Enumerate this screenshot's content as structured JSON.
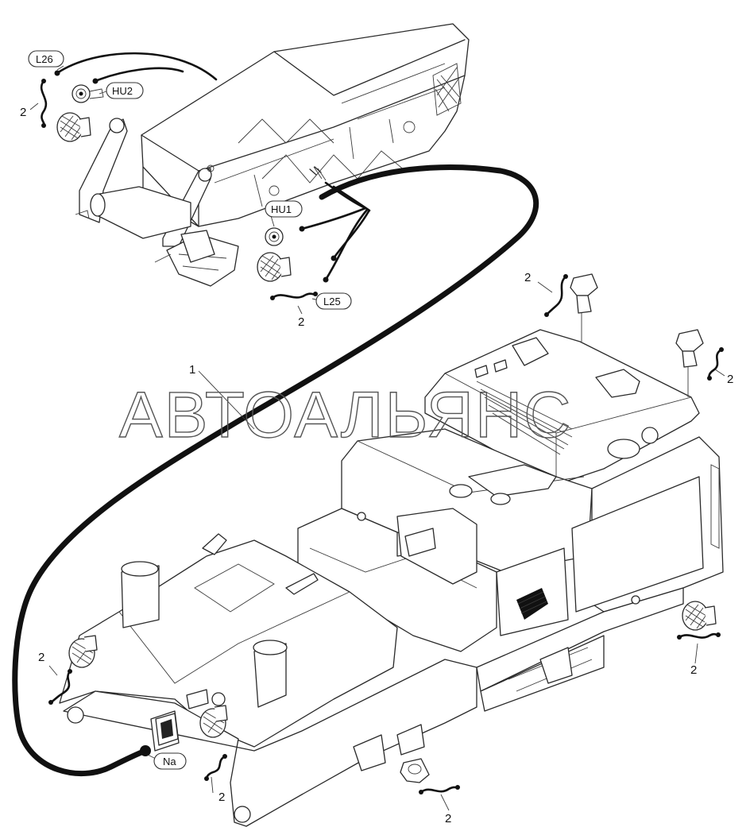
{
  "watermark": "АВТОАЛЬЯНС",
  "tags": {
    "l26": "L26",
    "hu2": "HU2",
    "hu1": "HU1",
    "l25": "L25",
    "na": "Na"
  },
  "callouts": {
    "main_cable": "1",
    "pigtail": "2"
  },
  "colors": {
    "line": "#2a2a2a",
    "cable": "#111111",
    "background": "#ffffff"
  }
}
